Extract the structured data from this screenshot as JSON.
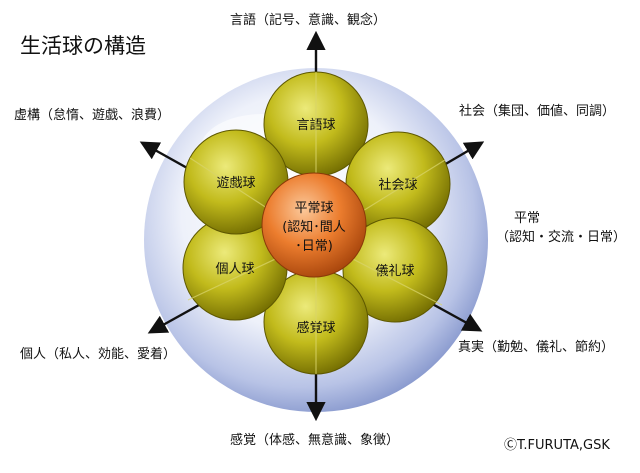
{
  "title": "生活球の構造",
  "copyright": "ⒸT.FURUTA,GSK",
  "center": {
    "line1": "平常球",
    "line2": "(認知･間人",
    "line3": "･日常)"
  },
  "petals": {
    "top": "言語球",
    "upper_right": "社会球",
    "lower_right": "儀礼球",
    "bottom": "感覚球",
    "lower_left": "個人球",
    "upper_left": "遊戯球"
  },
  "outer_labels": {
    "top": "言語（記号、意識、観念）",
    "upper_right": "社会（集団、価値、同調）",
    "right_line1": "平常",
    "right_line2": "（認知・交流・日常）",
    "lower_right": "真実（勤勉、儀礼、節約）",
    "bottom": "感覚（体感、無意識、象徴）",
    "lower_left": "個人（私人、効能、愛着）",
    "upper_left": "虚構（怠惰、遊戯、浪費）"
  },
  "colors": {
    "petal": "#b5ae10",
    "petal_dark": "#5e5800",
    "center": "#e8782a",
    "sphere": "#8d9fd2",
    "arrow": "#111111"
  }
}
